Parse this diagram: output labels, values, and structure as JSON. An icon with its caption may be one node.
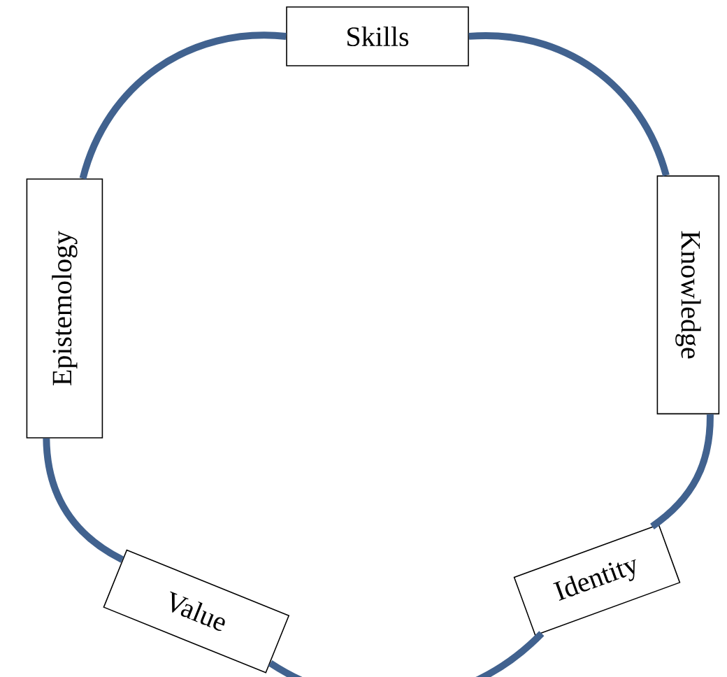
{
  "diagram": {
    "nodes": [
      {
        "text": [
          "Skills"
        ]
      },
      {
        "text": [
          "Knowledge"
        ]
      },
      {
        "text": [
          "Identity"
        ]
      },
      {
        "text": [
          "Value"
        ]
      },
      {
        "text": [
          "Epistemology"
        ]
      }
    ],
    "edges": [
      {
        "from": 0,
        "to": 1,
        "arrow": "none"
      },
      {
        "from": 1,
        "to": 2,
        "arrow": "none"
      },
      {
        "from": 2,
        "to": 3,
        "arrow": "none"
      },
      {
        "from": 3,
        "to": 4,
        "arrow": "none"
      },
      {
        "from": 4,
        "to": 0,
        "arrow": "none"
      }
    ]
  }
}
